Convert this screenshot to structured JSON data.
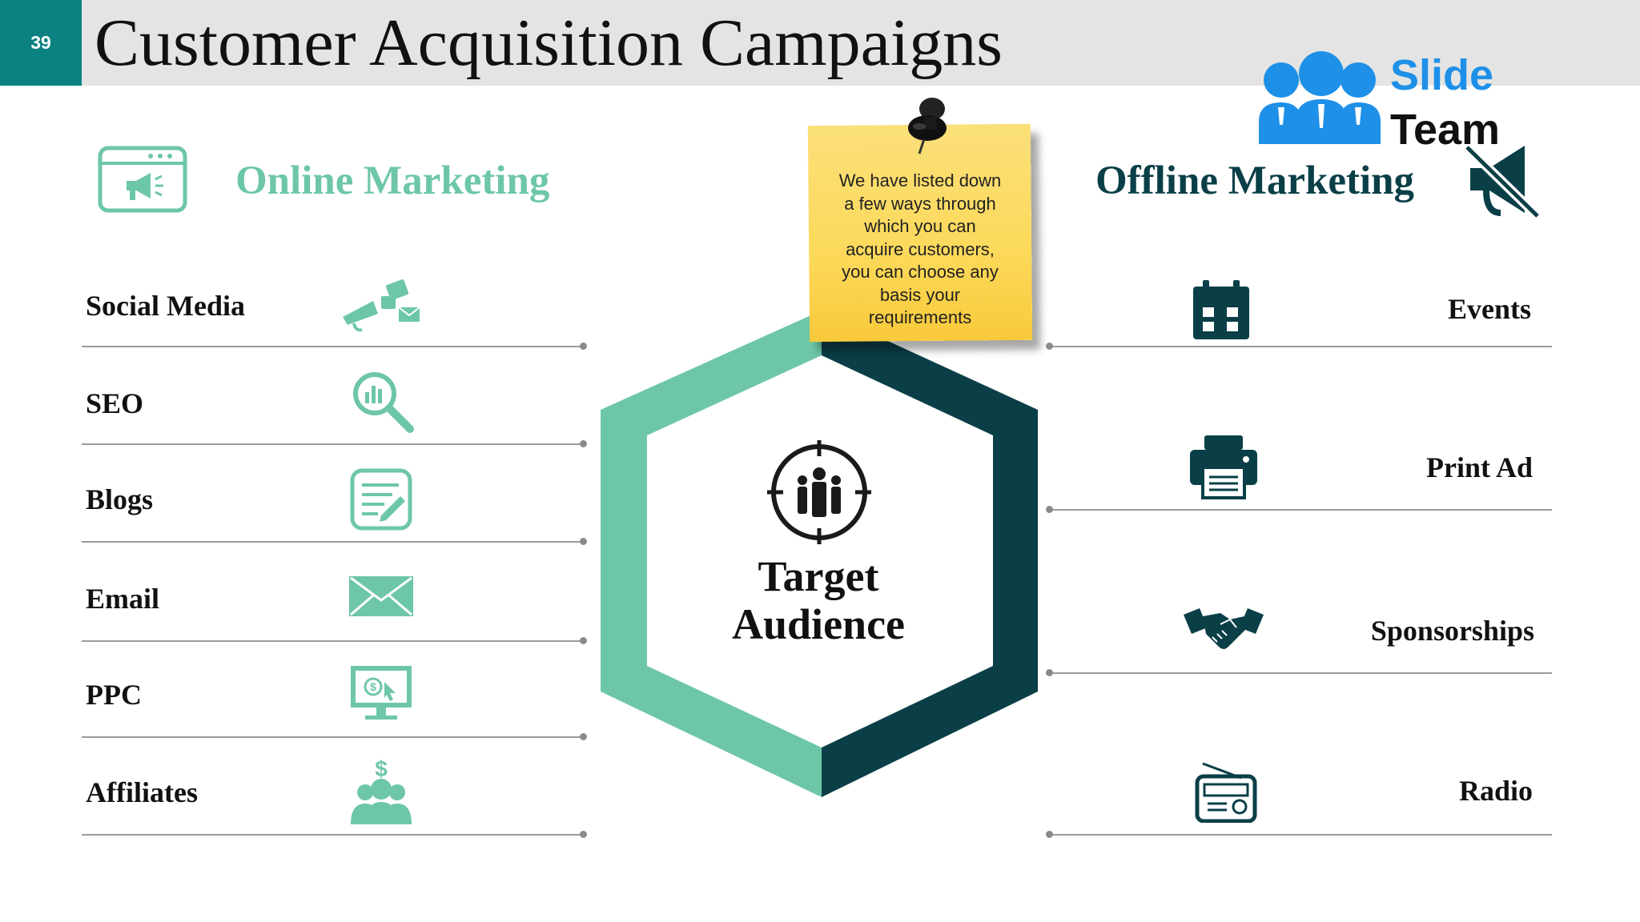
{
  "slide": {
    "number": "39",
    "title": "Customer Acquisition Campaigns"
  },
  "logo": {
    "line1": "Slide",
    "line2": "Team",
    "color": "#1e90e8"
  },
  "colors": {
    "accent_light": "#6dc7a7",
    "accent_dark": "#0a3f47",
    "slide_number_bg": "#0b8182",
    "note": "#fcd95a"
  },
  "online": {
    "heading": "Online Marketing",
    "heading_icon": "browser-megaphone-icon",
    "items": [
      {
        "label": "Social Media",
        "icon": "social-media-icon"
      },
      {
        "label": "SEO",
        "icon": "magnifier-chart-icon"
      },
      {
        "label": "Blogs",
        "icon": "blog-edit-icon"
      },
      {
        "label": "Email",
        "icon": "envelope-icon"
      },
      {
        "label": "PPC",
        "icon": "monitor-cursor-icon"
      },
      {
        "label": "Affiliates",
        "icon": "people-dollar-icon"
      }
    ]
  },
  "offline": {
    "heading": "Offline Marketing",
    "heading_icon": "megaphone-off-icon",
    "items": [
      {
        "label": "Events",
        "icon": "calendar-icon"
      },
      {
        "label": "Print Ad",
        "icon": "printer-icon"
      },
      {
        "label": "Sponsorships",
        "icon": "handshake-icon"
      },
      {
        "label": "Radio",
        "icon": "radio-icon"
      }
    ]
  },
  "center": {
    "line1": "Target",
    "line2": "Audience",
    "icon": "target-people-icon"
  },
  "note": {
    "text": "We have listed down\na few ways through\nwhich you can\nacquire customers,\nyou can choose any\nbasis your\nrequirements"
  }
}
